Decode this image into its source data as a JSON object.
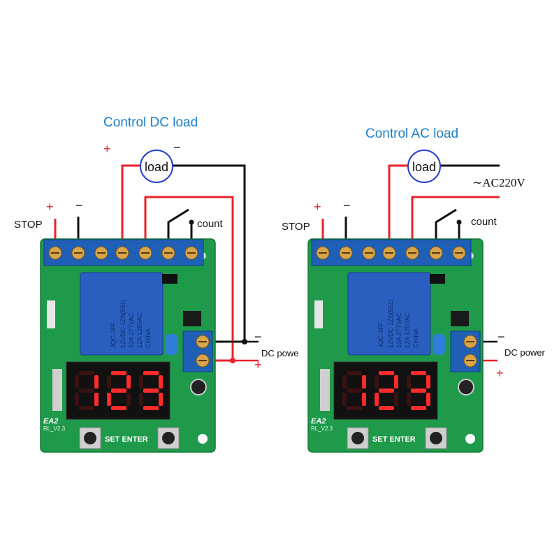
{
  "panels": [
    {
      "id": "dc",
      "title": "Control DC load",
      "load_label": "load",
      "load_plus": "+",
      "load_minus": "−",
      "stop_label": "STOP",
      "stop_plus": "+",
      "stop_minus": "−",
      "count_label": "count",
      "power_label": "DC  powe",
      "power_minus": "−",
      "power_plus": "+",
      "ac_label": "",
      "display": "123",
      "buttons_label": "SET  ENTER",
      "board_id": "EA2",
      "board_ver": "RL_V2.3",
      "relay_lines": [
        "JQC-3FF",
        "12VDC-1ZS(551)",
        "10A 277VAC",
        "12A 125VAC",
        "CHINA"
      ]
    },
    {
      "id": "ac",
      "title": "Control AC load",
      "load_label": "load",
      "load_plus": "",
      "load_minus": "",
      "stop_label": "STOP",
      "stop_plus": "+",
      "stop_minus": "−",
      "count_label": "count",
      "power_label": "DC  power",
      "power_minus": "−",
      "power_plus": "+",
      "ac_label": "∼AC220V",
      "display": "123",
      "buttons_label": "SET  ENTER",
      "board_id": "EA2",
      "board_ver": "RL_V2.3",
      "relay_lines": [
        "JQC-3FF",
        "12VDC-1ZS(551)",
        "10A 277VAC",
        "12A 125VAC",
        "CHINA"
      ]
    }
  ],
  "colors": {
    "title": "#1f7fc8",
    "wire_red": "#e8222a",
    "wire_black": "#111111",
    "pcb": "#1e9a4a",
    "terminal": "#1f5fb5",
    "relay": "#2a5fc0",
    "segment_on": "#ff2a2a"
  }
}
